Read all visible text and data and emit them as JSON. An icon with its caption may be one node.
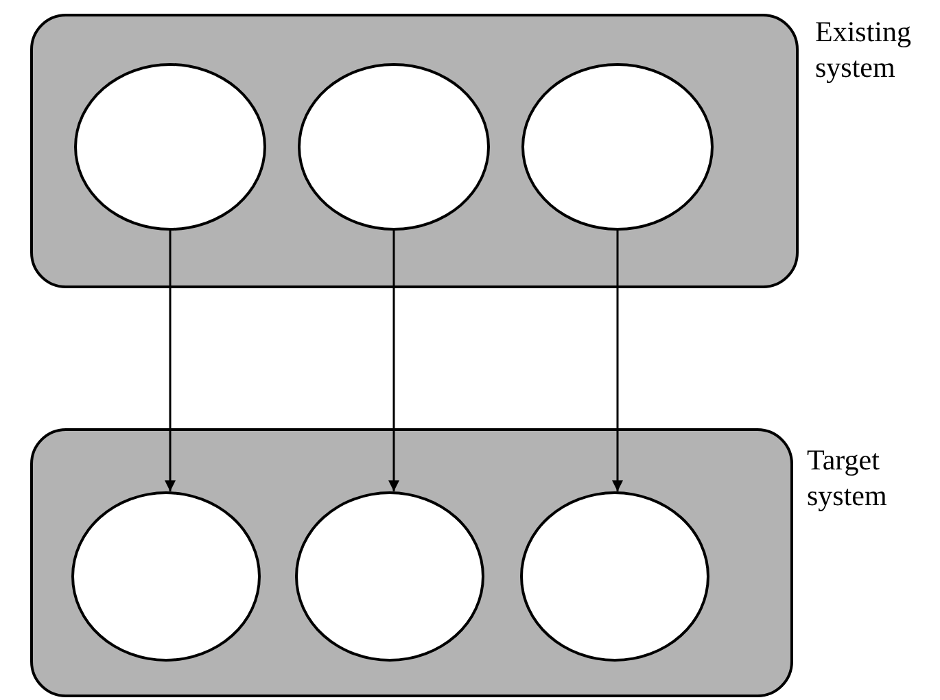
{
  "diagram": {
    "nodes": [
      {
        "text": [
          "Existing system"
        ]
      },
      {
        "text": [],
        "shape": "ellipse",
        "in": 0
      },
      {
        "text": [],
        "shape": "ellipse",
        "in": 0
      },
      {
        "text": [],
        "shape": "ellipse",
        "in": 0
      },
      {
        "text": [
          "Target system"
        ]
      },
      {
        "text": [],
        "shape": "ellipse",
        "in": 4
      },
      {
        "text": [],
        "shape": "ellipse",
        "in": 4
      },
      {
        "text": [],
        "shape": "ellipse",
        "in": 4
      }
    ],
    "edges": [
      {
        "from": 1,
        "to": 5,
        "arrow": "to"
      },
      {
        "from": 2,
        "to": 6,
        "arrow": "to"
      },
      {
        "from": 3,
        "to": 7,
        "arrow": "to"
      }
    ]
  }
}
